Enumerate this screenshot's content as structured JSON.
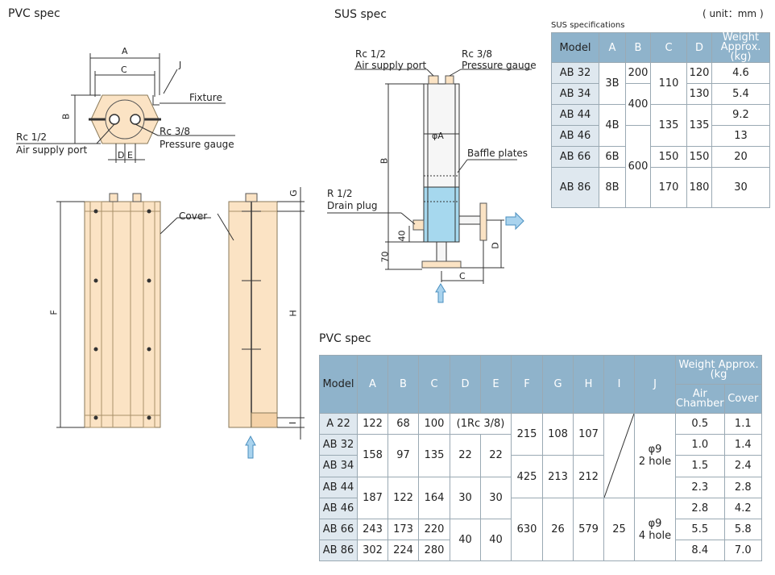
{
  "headings": {
    "pvc_drawing": "PVC spec",
    "sus_drawing": "SUS spec",
    "unit": "( unit：mm )",
    "sus_table_caption": "SUS specifications",
    "pvc_table": "PVC spec"
  },
  "pvc_top_view": {
    "dim_a": "A",
    "dim_c": "C",
    "dim_j": "J",
    "dim_b": "B",
    "dim_d": "D",
    "dim_e": "E",
    "fixture": "Fixture",
    "rc12_line1": "Rc 1/2",
    "rc12_line2": "Air supply port",
    "rc38_line1": "Rc 3/8",
    "rc38_line2": "Pressure gauge"
  },
  "pvc_side_view": {
    "cover": "Cover",
    "dim_f": "F",
    "dim_g": "G",
    "dim_h": "H",
    "dim_i": "I"
  },
  "sus_drawing": {
    "rc12_line1": "Rc 1/2",
    "rc12_line2": "Air supply port",
    "rc38_line1": "Rc 3/8",
    "rc38_line2": "Pressure gauge",
    "phi_a": "φA",
    "baffle": "Baffle plates",
    "r12_line1": "R 1/2",
    "r12_line2": "Drain plug",
    "dim_b": "B",
    "dim_40": "40",
    "dim_70": "70",
    "dim_c": "C",
    "dim_d": "D"
  },
  "sus_table": {
    "headers": [
      "Model",
      "A",
      "B",
      "C",
      "D",
      "Weight Approx.(kg)"
    ],
    "rows": [
      {
        "model": "AB 32",
        "a": "3B",
        "b": "200",
        "c": "110",
        "d": "120",
        "w": "4.6"
      },
      {
        "model": "AB 34",
        "a": "",
        "b": "400",
        "c": "",
        "d": "130",
        "w": "5.4"
      },
      {
        "model": "AB 44",
        "a": "4B",
        "b": "",
        "c": "135",
        "d": "135",
        "w": "9.2"
      },
      {
        "model": "AB 46",
        "a": "",
        "b": "",
        "c": "",
        "d": "",
        "w": "13"
      },
      {
        "model": "AB 66",
        "a": "6B",
        "b": "600",
        "c": "150",
        "d": "150",
        "w": "20"
      },
      {
        "model": "AB 86",
        "a": "8B",
        "b": "",
        "c": "170",
        "d": "180",
        "w": "30"
      }
    ]
  },
  "pvc_table": {
    "headers": [
      "Model",
      "A",
      "B",
      "C",
      "D",
      "E",
      "F",
      "G",
      "H",
      "I",
      "J"
    ],
    "weight_header": "Weight Approx.(kg",
    "weight_sub": [
      "Air Chamber",
      "Cover"
    ],
    "rows": [
      {
        "model": "A 22",
        "a": "122",
        "b": "68",
        "c": "100",
        "de": "(1Rc 3/8)",
        "f": "215",
        "g": "108",
        "h": "107",
        "air": "0.5",
        "cover": "1.1"
      },
      {
        "model": "AB 32",
        "a": "158",
        "b": "97",
        "c": "135",
        "d": "22",
        "e": "22",
        "air": "1.0",
        "cover": "1.4"
      },
      {
        "model": "AB 34",
        "air": "1.5",
        "cover": "2.4"
      },
      {
        "model": "AB 44",
        "a": "187",
        "b": "122",
        "c": "164",
        "d": "30",
        "e": "30",
        "f": "425",
        "g": "213",
        "h": "212",
        "air": "2.3",
        "cover": "2.8"
      },
      {
        "model": "AB 46",
        "air": "2.8",
        "cover": "4.2"
      },
      {
        "model": "AB 66",
        "a": "243",
        "b": "173",
        "c": "220",
        "d": "40",
        "e": "40",
        "f": "630",
        "g": "26",
        "h": "579",
        "i": "25",
        "air": "5.5",
        "cover": "5.8"
      },
      {
        "model": "AB 86",
        "a": "302",
        "b": "224",
        "c": "280",
        "air": "8.4",
        "cover": "7.0"
      }
    ],
    "j_top_1": "φ9",
    "j_top_2": "2 hole",
    "j_bot_1": "φ9",
    "j_bot_2": "4 hole"
  },
  "colors": {
    "body": "#fbe3c4",
    "edge": "#b89a6a",
    "table_head": "#8fb3cb",
    "model_col": "#dfe8ef",
    "water": "#a6d8ee",
    "arrow": "#a9d3ee"
  }
}
